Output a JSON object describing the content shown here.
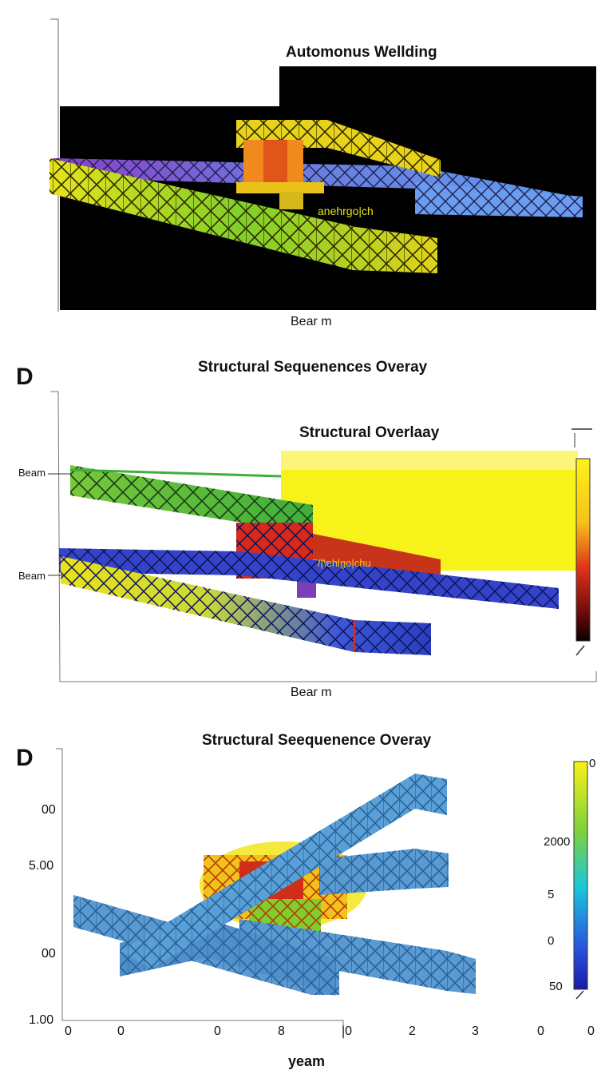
{
  "panel1": {
    "title": "Automonus Wellding",
    "overlay_label": "anehrgo|ch",
    "xlabel": "Bear m"
  },
  "panel2": {
    "letter": "D",
    "heading": "Structural Sequenences Overay",
    "title": "Structural Overlaay",
    "beam_label_upper": "Beam",
    "beam_label_lower": "Beam",
    "overlay_label": "/|\\ehlgo|chu",
    "xlabel": "Bear m"
  },
  "panel3": {
    "letter": "D",
    "title": "Structural Seequenence Overay",
    "xlabel": "yeam",
    "y_ticks": [
      "00",
      "5.00",
      "00",
      "1.00"
    ],
    "x_ticks": [
      "0",
      "0",
      "0",
      "8",
      "|0",
      "2",
      "3",
      "0",
      "0"
    ],
    "colorbar_ticks": [
      "0",
      "2000",
      "5",
      "0",
      "50"
    ]
  },
  "colors": {
    "yellow": "#f2e51a",
    "green": "#5cc23a",
    "blue": "#3b58d6",
    "steel_blue": "#4d8ec8",
    "red": "#d82a1a",
    "orange": "#f08a1e",
    "purple": "#7a3fb8"
  }
}
